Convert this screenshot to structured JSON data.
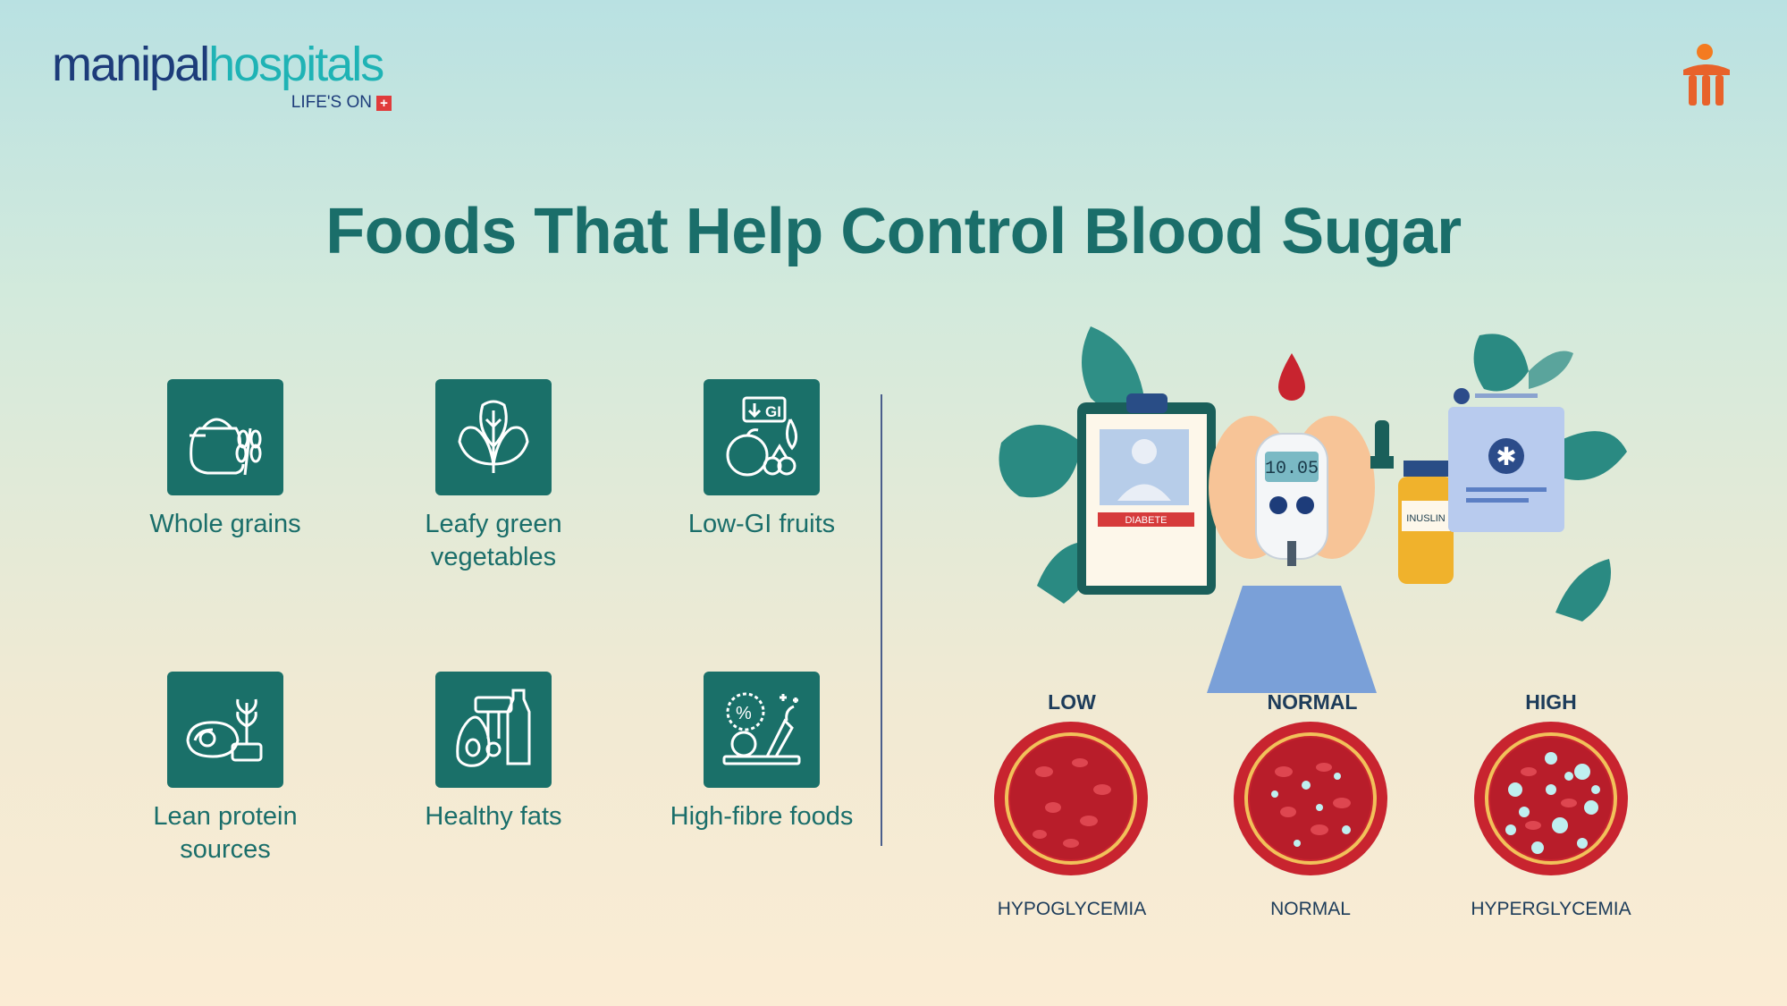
{
  "brand": {
    "name_part1": "manipal",
    "name_part2": "hospitals",
    "tagline": "LIFE'S ON"
  },
  "title": "Foods That Help Control Blood Sugar",
  "foods": [
    {
      "label": "Whole grains",
      "icon": "wheat-sack-icon"
    },
    {
      "label": "Leafy green vegetables",
      "icon": "leafy-greens-icon"
    },
    {
      "label": "Low-GI fruits",
      "icon": "low-gi-fruits-icon"
    },
    {
      "label": "Lean protein sources",
      "icon": "lean-protein-icon"
    },
    {
      "label": "Healthy fats",
      "icon": "healthy-fats-icon"
    },
    {
      "label": "High-fibre foods",
      "icon": "high-fibre-icon"
    }
  ],
  "illustration": {
    "clipboard_label": "DIABETE",
    "meter_reading": "10.05",
    "vial_label": "INUSLIN"
  },
  "levels": [
    {
      "level": "LOW",
      "condition": "HYPOGLYCEMIA"
    },
    {
      "level": "NORMAL",
      "condition": "NORMAL"
    },
    {
      "level": "HIGH",
      "condition": "HYPERGLYCEMIA"
    }
  ],
  "colors": {
    "primary_teal": "#1a7069",
    "title_teal": "#1a6e6a",
    "brand_navy": "#1d3c7a",
    "brand_cyan": "#1fb3b5",
    "blood_red": "#c8242f"
  }
}
